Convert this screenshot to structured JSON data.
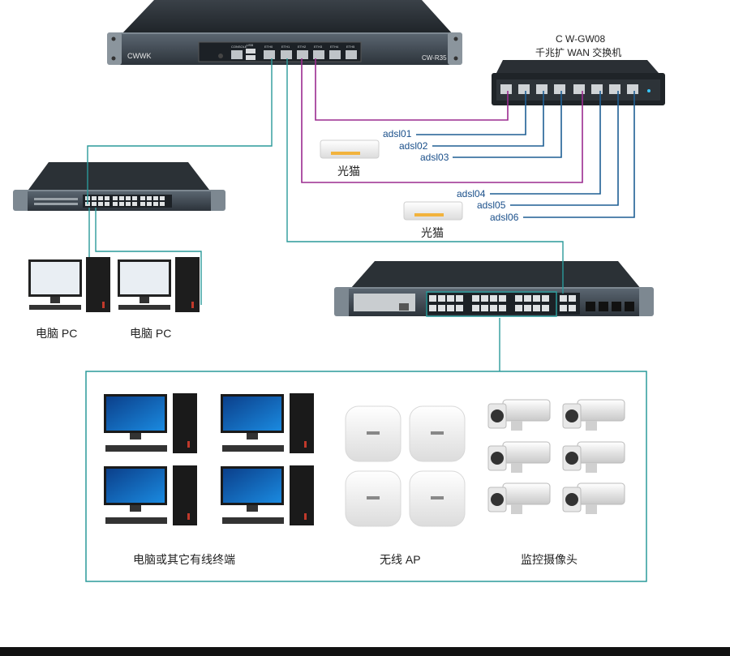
{
  "router": {
    "brand": "CWWK",
    "model": "CW-R35",
    "port_labels": [
      "CONSOLE",
      "USB",
      "ETH0",
      "ETH1",
      "ETH2",
      "ETH3",
      "ETH4",
      "ETH5"
    ]
  },
  "expander": {
    "model": "C W-GW08",
    "desc": "千兆扩 WAN 交换机"
  },
  "modem_label_1": "光猫",
  "modem_label_2": "光猫",
  "adsl": [
    "adsl01",
    "adsl02",
    "adsl03",
    "adsl04",
    "adsl05",
    "adsl06"
  ],
  "pc_labels": [
    "电脑 PC",
    "电脑 PC"
  ],
  "device_groups": {
    "wired": "电脑或其它有线终端",
    "ap": "无线 AP",
    "camera": "监控摄像头"
  },
  "colors": {
    "purple": "#9b2b8f",
    "blue": "#1e5f94",
    "teal": "#2a9a9a",
    "frame": "#2a9a9a"
  }
}
